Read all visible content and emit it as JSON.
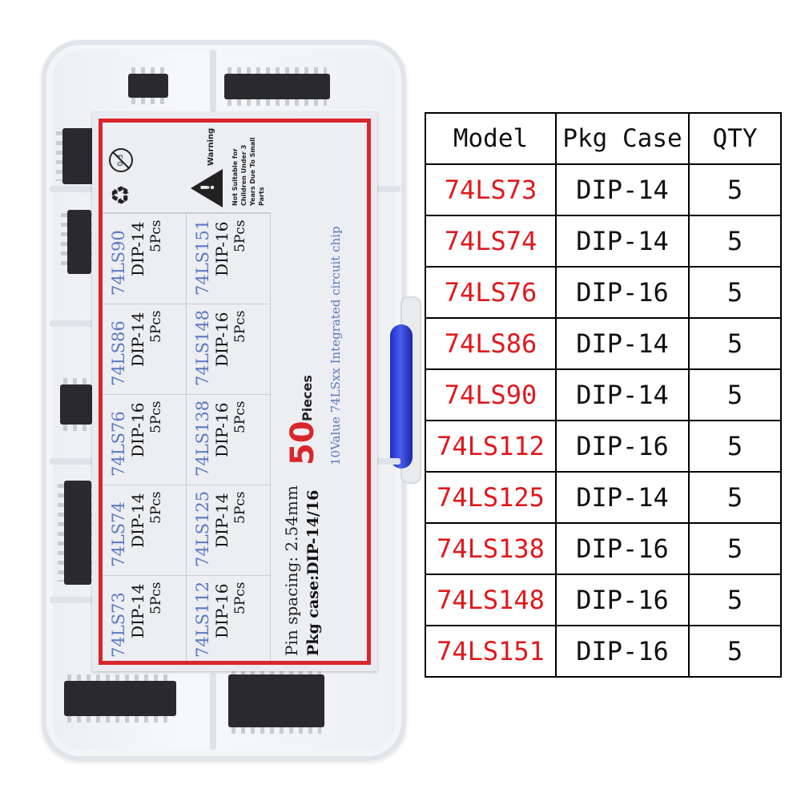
{
  "label": {
    "cells": [
      {
        "model": "74LS90",
        "pkg": "DIP-14",
        "qty": "5Pcs"
      },
      {
        "model": "74LS86",
        "pkg": "DIP-14",
        "qty": "5Pcs"
      },
      {
        "model": "74LS76",
        "pkg": "DIP-16",
        "qty": "5Pcs"
      },
      {
        "model": "74LS74",
        "pkg": "DIP-14",
        "qty": "5Pcs"
      },
      {
        "model": "74LS73",
        "pkg": "DIP-14",
        "qty": "5Pcs"
      },
      {
        "model": "74LS151",
        "pkg": "DIP-16",
        "qty": "5Pcs"
      },
      {
        "model": "74LS148",
        "pkg": "DIP-16",
        "qty": "5Pcs"
      },
      {
        "model": "74LS138",
        "pkg": "DIP-16",
        "qty": "5Pcs"
      },
      {
        "model": "74LS125",
        "pkg": "DIP-14",
        "qty": "5Pcs"
      },
      {
        "model": "74LS112",
        "pkg": "DIP-16",
        "qty": "5Pcs"
      }
    ],
    "warning_word": "Warning",
    "warning_text": "Not Suitable for Children Under 3 Years Due To Small Parts",
    "age_icon_text": "0-3",
    "pieces_count": "50",
    "pieces_label": "Pieces",
    "description": "10Value 74LSxx Integrated circuit chip",
    "pin_spacing": "Pin spacing: 2.54mm",
    "pkg_case": "Pkg case:DIP-14/16"
  },
  "table": {
    "headers": [
      "Model",
      "Pkg Case",
      "QTY"
    ],
    "rows": [
      [
        "74LS73",
        "DIP-14",
        "5"
      ],
      [
        "74LS74",
        "DIP-14",
        "5"
      ],
      [
        "74LS76",
        "DIP-16",
        "5"
      ],
      [
        "74LS86",
        "DIP-14",
        "5"
      ],
      [
        "74LS90",
        "DIP-14",
        "5"
      ],
      [
        "74LS112",
        "DIP-16",
        "5"
      ],
      [
        "74LS125",
        "DIP-14",
        "5"
      ],
      [
        "74LS138",
        "DIP-16",
        "5"
      ],
      [
        "74LS148",
        "DIP-16",
        "5"
      ],
      [
        "74LS151",
        "DIP-16",
        "5"
      ]
    ]
  },
  "colors": {
    "model_red": "#e0181c",
    "label_border_red": "#d8262b",
    "label_model_blue": "#5b78c4",
    "clip_blue": "#1d2fc4"
  },
  "icons": [
    "recycle-icon",
    "no-children-icon",
    "warning-triangle-icon"
  ]
}
